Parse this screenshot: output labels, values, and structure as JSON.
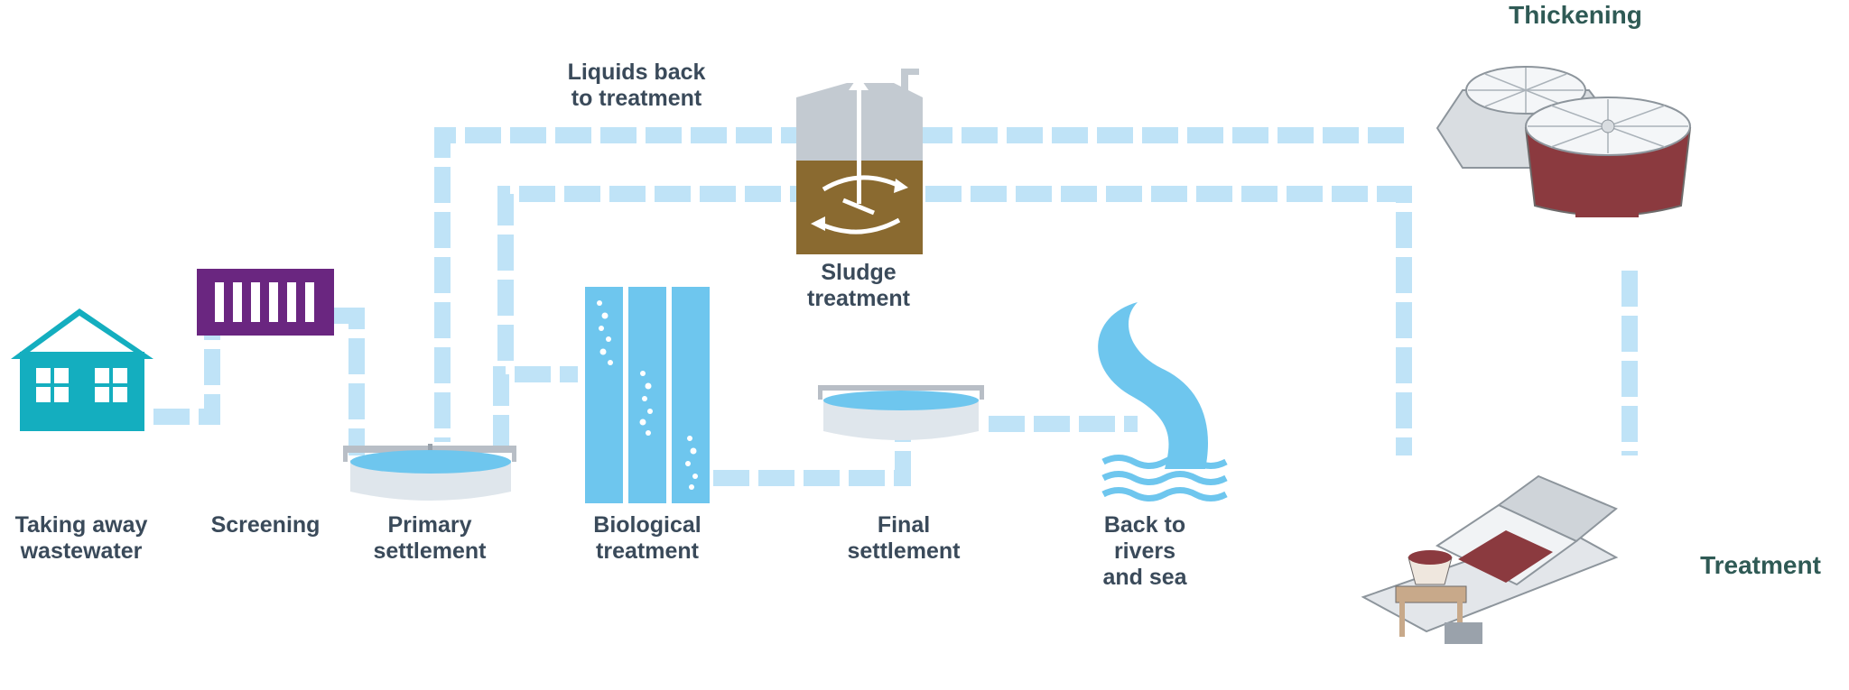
{
  "labels": {
    "taking_away": "Taking away\nwastewater",
    "screening": "Screening",
    "primary": "Primary\nsettlement",
    "biological": "Biological\ntreatment",
    "final": "Final\nsettlement",
    "rivers": "Back to\nrivers\nand sea",
    "sludge": "Sludge\ntreatment",
    "liquids": "Liquids back\nto treatment",
    "thickening": "Thickening",
    "treatment": "Treatment"
  },
  "colors": {
    "flow": "#bfe3f7",
    "house": "#14aebf",
    "screen": "#6a2680",
    "water": "#6ec6ee",
    "sludge": "#8a6a30",
    "label": "#3a4a5a",
    "label_green": "#2f5a55"
  },
  "icons": [
    "house-icon",
    "screen-icon",
    "primary-tank-icon",
    "biological-tank-icon",
    "final-tank-icon",
    "river-icon",
    "digester-icon",
    "thickener-icon",
    "press-icon"
  ]
}
